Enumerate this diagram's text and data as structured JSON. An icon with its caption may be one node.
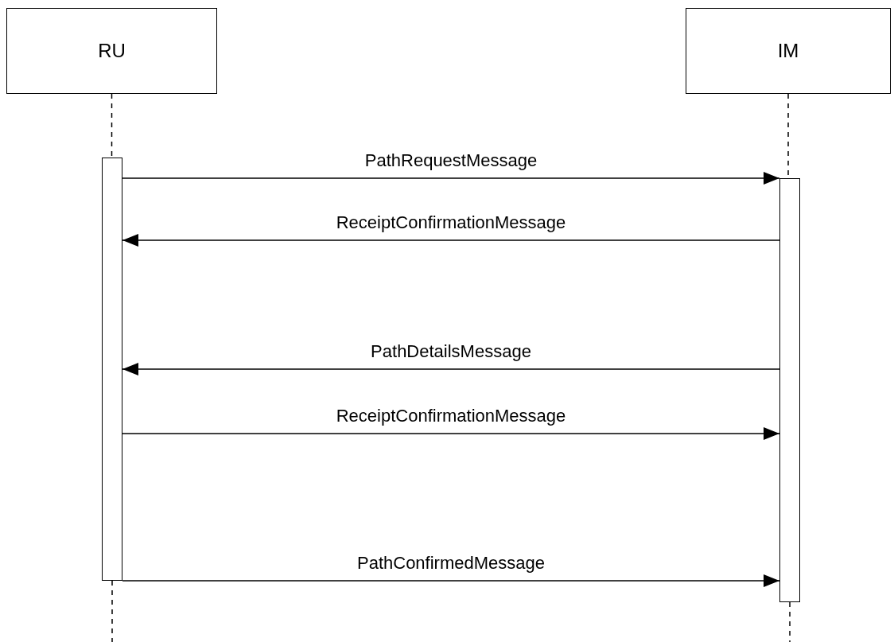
{
  "diagram": {
    "nodes": [
      {
        "text": [
          "RU"
        ]
      },
      {
        "text": [
          "IM"
        ]
      },
      {
        "text": [],
        "shape": "bar"
      },
      {
        "text": [],
        "shape": "bar"
      }
    ],
    "edges": [
      {
        "from": 0,
        "to": 2,
        "arrow": "none",
        "style": "dashed"
      },
      {
        "from": 2,
        "to": null,
        "arrow": "none",
        "style": "dashed"
      },
      {
        "from": 1,
        "to": 3,
        "arrow": "none",
        "style": "dashed"
      },
      {
        "from": 3,
        "to": null,
        "arrow": "none",
        "style": "dashed"
      },
      {
        "from": 2,
        "to": 3,
        "arrow": "to",
        "label": "PathRequestMessage"
      },
      {
        "from": 3,
        "to": 2,
        "arrow": "to",
        "label": "ReceiptConfirmationMessage"
      },
      {
        "from": 3,
        "to": 2,
        "arrow": "to",
        "label": "PathDetailsMessage"
      },
      {
        "from": 2,
        "to": 3,
        "arrow": "to",
        "label": "ReceiptConfirmationMessage"
      },
      {
        "from": 2,
        "to": 3,
        "arrow": "to",
        "label": "PathConfirmedMessage"
      }
    ]
  }
}
